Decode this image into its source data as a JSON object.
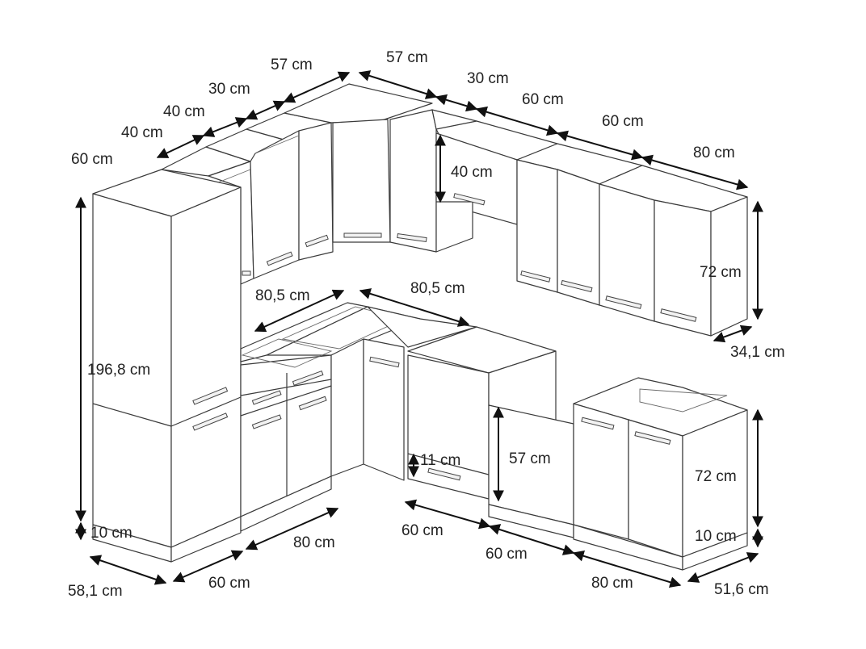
{
  "dimensions": {
    "top_1": "57 cm",
    "top_2": "57 cm",
    "top_3": "30 cm",
    "top_4": "60 cm",
    "top_5": "60 cm",
    "top_6": "80 cm",
    "left_1": "30 cm",
    "left_2": "40 cm",
    "left_3": "40 cm",
    "left_4": "60 cm",
    "wall_unit_height": "40 cm",
    "wall_cabinet_height": "72 cm",
    "wall_depth": "34,1 cm",
    "tall_height": "196,8 cm",
    "plinth_left": "10 cm",
    "plinth_right": "10 cm",
    "corner_a": "80,5 cm",
    "corner_b": "80,5 cm",
    "oven_drawer": "11 cm",
    "oven_height": "57 cm",
    "base_height": "72 cm",
    "bottom_depth_left": "58,1 cm",
    "bottom_1": "60 cm",
    "bottom_2": "80 cm",
    "bottom_3": "60 cm",
    "bottom_4": "60 cm",
    "bottom_5": "80 cm",
    "bottom_depth_right": "51,6 cm"
  }
}
